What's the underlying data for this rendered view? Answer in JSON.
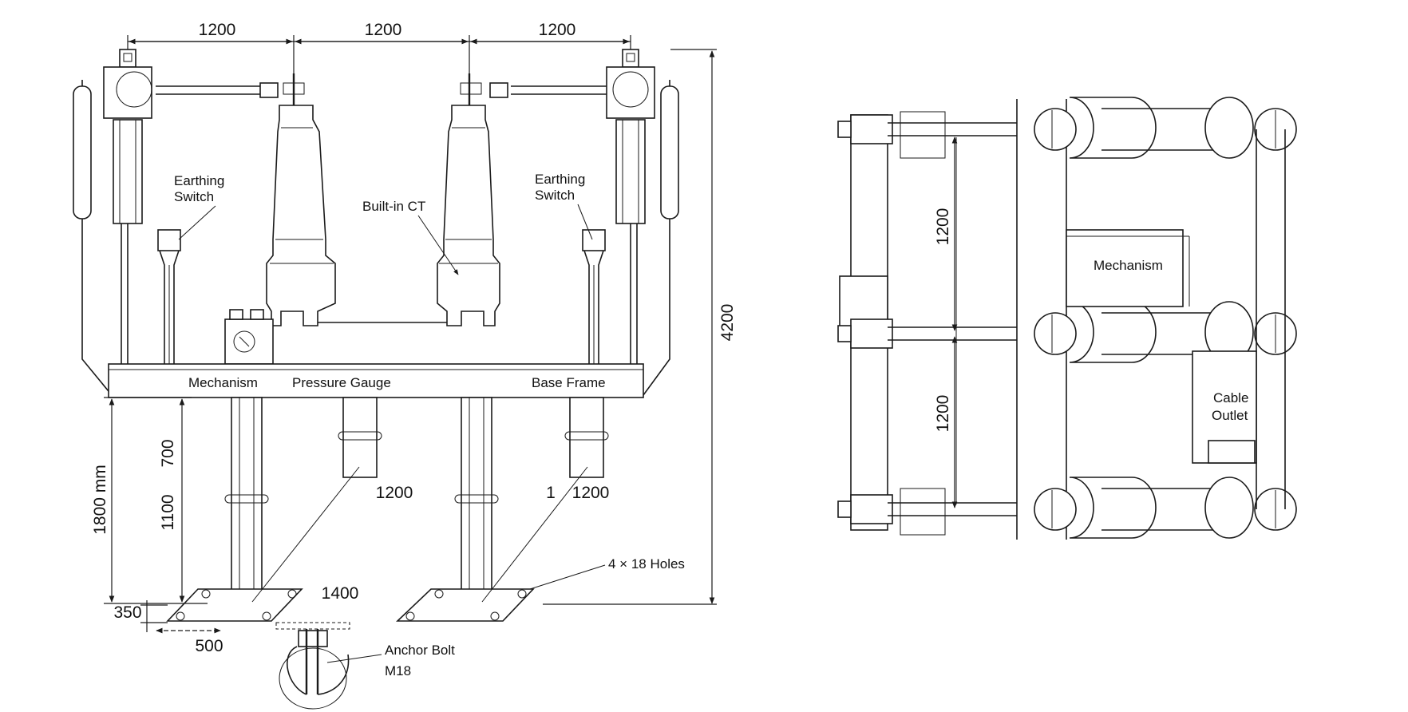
{
  "front_view": {
    "dims": {
      "top_span_1": "1200",
      "top_span_2": "1200",
      "top_span_3": "1200",
      "overall_height": "4200",
      "total_height_left": "1800 mm",
      "support_height": "1100",
      "upper_height": "700",
      "base_offset": "350",
      "foot_width": "500",
      "foot_spacing": "1400",
      "center_mid_1": "1200",
      "center_mid_2": "1200",
      "center_mid_prefix": "1"
    },
    "labels": {
      "earthing_switch_left": [
        "Earthing",
        "Switch"
      ],
      "earthing_switch_right": [
        "Earthing",
        "Switch"
      ],
      "built_in_ct": "Built-in CT",
      "mechanism": "Mechanism",
      "pressure_gauge": "Pressure Gauge",
      "base_frame": "Base Frame",
      "holes": "4 × 18 Holes",
      "anchor_bolt": [
        "Anchor Bolt",
        "M18"
      ]
    }
  },
  "top_view": {
    "dims": {
      "span_upper": "1200",
      "span_lower": "1200"
    },
    "labels": {
      "mechanism": "Mechanism",
      "cable_outlet": [
        "Cable",
        "Outlet"
      ]
    }
  }
}
